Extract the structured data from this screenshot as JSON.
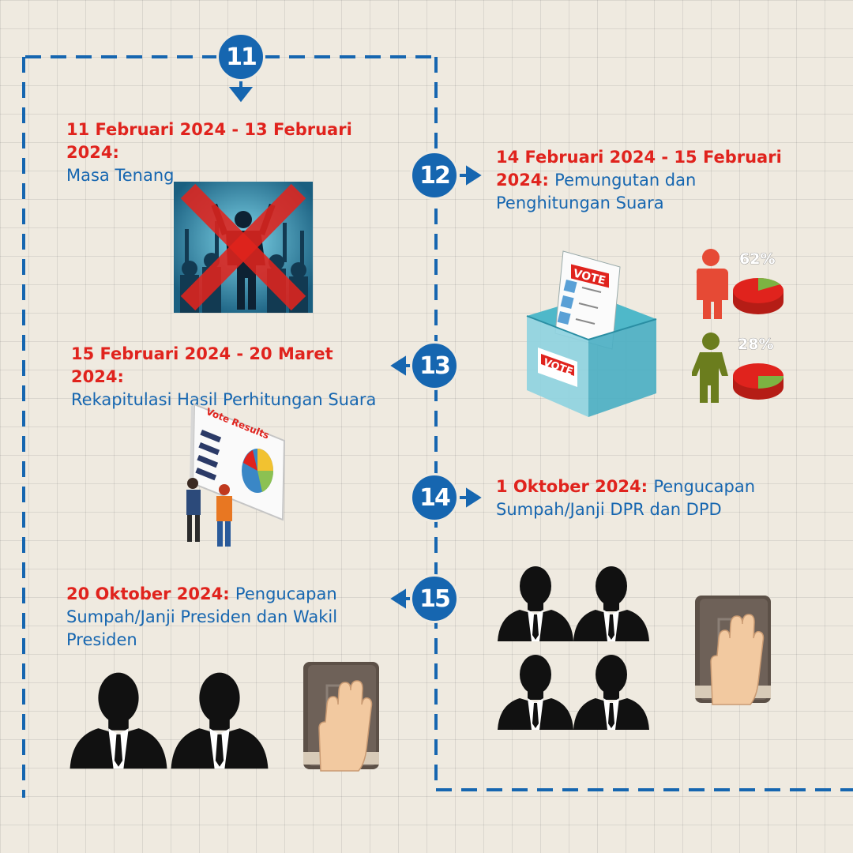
{
  "colors": {
    "blue": "#1666b0",
    "red": "#e0231d",
    "background": "#efeae0"
  },
  "steps": [
    {
      "number": "11",
      "date": "",
      "description": ""
    },
    {
      "number": "",
      "date": "11 Februari 2024 - 13 Februari 2024:",
      "description": "Masa Tenang"
    },
    {
      "number": "12",
      "date": "14 Februari 2024 - 15 Februari 2024:",
      "description": "Pemungutan dan Penghitungan Suara"
    },
    {
      "number": "13",
      "date": "15 Februari 2024 - 20 Maret 2024:",
      "description": "Rekapitulasi Hasil Perhitungan Suara"
    },
    {
      "number": "14",
      "date": "1 Oktober 2024:",
      "description": "Pengucapan Sumpah/Janji DPR dan DPD"
    },
    {
      "number": "15",
      "date": "20 Oktober 2024:",
      "description": "Pengucapan Sumpah/Janji Presiden dan Wakil Presiden"
    }
  ],
  "illustrations": {
    "ballot_label": "VOTE",
    "box_label": "VOTE",
    "results_board_title": "Vote Results",
    "male_percent": "62%",
    "female_percent": "28%",
    "icons": [
      "silent-period-icon",
      "ballot-box-icon",
      "vote-results-icon",
      "oath-officials-icon",
      "oath-book-icon"
    ]
  }
}
